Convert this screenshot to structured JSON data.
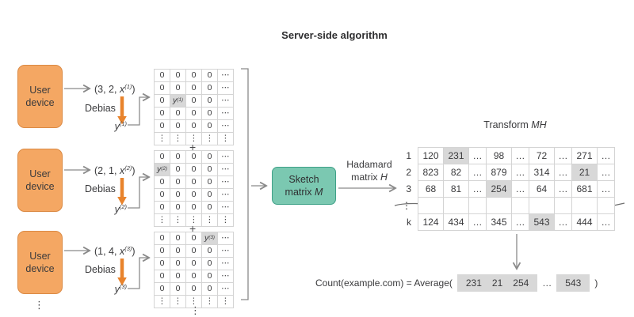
{
  "title": "Server-side algorithm",
  "plus_sign": "+",
  "vertical_ellipsis": "⋮",
  "devices": [
    {
      "label": "User device",
      "tuple_prefix": "(3, 2, ",
      "tuple_var": "x",
      "tuple_sup": "(1)",
      "tuple_suffix": ")",
      "debias_label": "Debias",
      "y_var": "y",
      "y_sup": "(1)"
    },
    {
      "label": "User device",
      "tuple_prefix": "(2, 1, ",
      "tuple_var": "x",
      "tuple_sup": "(2)",
      "tuple_suffix": ")",
      "debias_label": "Debias",
      "y_var": "y",
      "y_sup": "(2)"
    },
    {
      "label": "User device",
      "tuple_prefix": "(1, 4, ",
      "tuple_var": "x",
      "tuple_sup": "(3)",
      "tuple_suffix": ")",
      "debias_label": "Debias",
      "y_var": "y",
      "y_sup": "(3)"
    }
  ],
  "matrices": [
    {
      "rows": [
        [
          "0",
          "0",
          "0",
          "0",
          "⋯"
        ],
        [
          "0",
          "0",
          "0",
          "0",
          "⋯"
        ],
        [
          "0",
          {
            "base": "y",
            "sup": "(1)"
          },
          "0",
          "0",
          "⋯"
        ],
        [
          "0",
          "0",
          "0",
          "0",
          "⋯"
        ],
        [
          "0",
          "0",
          "0",
          "0",
          "⋯"
        ],
        [
          "⋮",
          "⋮",
          "⋮",
          "⋮",
          "⋮"
        ]
      ],
      "highlights": [
        [
          2,
          1
        ]
      ]
    },
    {
      "rows": [
        [
          "0",
          "0",
          "0",
          "0",
          "⋯"
        ],
        [
          {
            "base": "y",
            "sup": "(2)"
          },
          "0",
          "0",
          "0",
          "⋯"
        ],
        [
          "0",
          "0",
          "0",
          "0",
          "⋯"
        ],
        [
          "0",
          "0",
          "0",
          "0",
          "⋯"
        ],
        [
          "0",
          "0",
          "0",
          "0",
          "⋯"
        ],
        [
          "⋮",
          "⋮",
          "⋮",
          "⋮",
          "⋮"
        ]
      ],
      "highlights": [
        [
          1,
          0
        ]
      ]
    },
    {
      "rows": [
        [
          "0",
          "0",
          "0",
          {
            "base": "y",
            "sup": "(3)"
          },
          "⋯"
        ],
        [
          "0",
          "0",
          "0",
          "0",
          "⋯"
        ],
        [
          "0",
          "0",
          "0",
          "0",
          "⋯"
        ],
        [
          "0",
          "0",
          "0",
          "0",
          "⋯"
        ],
        [
          "0",
          "0",
          "0",
          "0",
          "⋯"
        ],
        [
          "⋮",
          "⋮",
          "⋮",
          "⋮",
          "⋮"
        ]
      ],
      "highlights": [
        [
          0,
          3
        ]
      ]
    }
  ],
  "sketch_box": {
    "line1": "Sketch",
    "line2_prefix": "matrix ",
    "line2_var": "M"
  },
  "hadamard_label": {
    "line1": "Hadamard",
    "line2_prefix": "matrix ",
    "line2_var": "H"
  },
  "transform": {
    "title_prefix": "Transform ",
    "title_var": "MH",
    "row_labels": [
      "1",
      "2",
      "3",
      "⋮",
      "k"
    ],
    "grid": {
      "rows": [
        [
          "120",
          "231",
          "…",
          "98",
          "…",
          "72",
          "…",
          "271",
          "…"
        ],
        [
          "823",
          "82",
          "…",
          "879",
          "…",
          "314",
          "…",
          "21",
          "…"
        ],
        [
          "68",
          "81",
          "…",
          "254",
          "…",
          "64",
          "…",
          "681",
          "…"
        ],
        [
          "",
          "",
          "",
          "",
          "",
          "",
          "",
          "",
          ""
        ],
        [
          "124",
          "434",
          "…",
          "345",
          "…",
          "543",
          "…",
          "444",
          "…"
        ]
      ],
      "highlights": [
        [
          0,
          1
        ],
        [
          1,
          7
        ],
        [
          2,
          3
        ],
        [
          4,
          5
        ]
      ]
    }
  },
  "equation": {
    "lhs": "Count(example.com) = Average(",
    "group1": [
      "231",
      "21",
      "254"
    ],
    "dots": "…",
    "group2": [
      "543"
    ],
    "rhs": ")"
  },
  "colors": {
    "device_fill": "#F4A763",
    "device_border": "#DB8A44",
    "debias_arrow": "#E8832C",
    "sketch_fill": "#7BC8B1",
    "sketch_border": "#3FA188",
    "highlight": "#D8D8D8"
  }
}
